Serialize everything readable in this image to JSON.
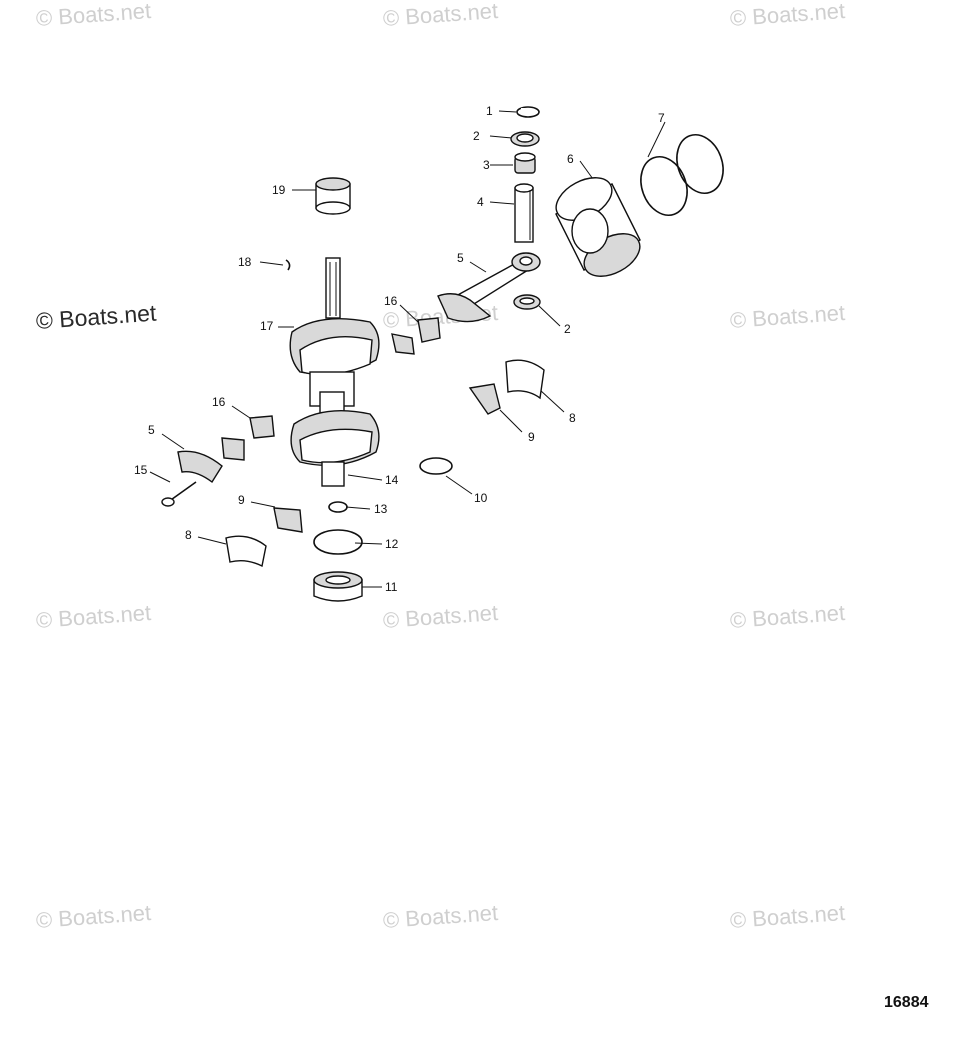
{
  "watermark": {
    "text": "© Boats.net"
  },
  "figure_number": "16884",
  "callouts": [
    "1",
    "2",
    "3",
    "4",
    "5",
    "6",
    "7",
    "19",
    "18",
    "17",
    "16",
    "2",
    "8",
    "9",
    "16",
    "5",
    "15",
    "10",
    "14",
    "13",
    "9",
    "12",
    "8",
    "11"
  ],
  "icons": [
    "retaining-ring-icon",
    "washer-icon",
    "needle-bearing-icon",
    "piston-pin-icon",
    "connecting-rod-icon",
    "piston-icon",
    "piston-ring-icon",
    "roller-bearing-icon",
    "crankshaft-icon",
    "bearing-race-icon",
    "screw-icon",
    "o-ring-icon",
    "oil-seal-icon"
  ]
}
